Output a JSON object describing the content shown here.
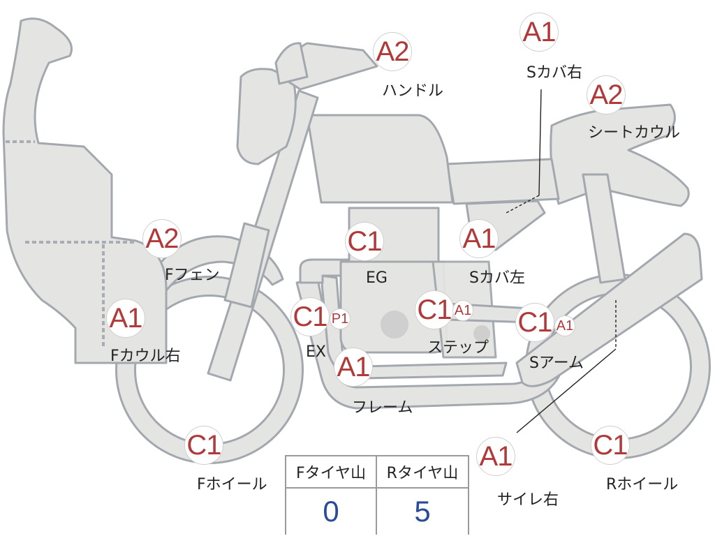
{
  "parts": [
    {
      "id": "handle",
      "grade": "A2",
      "label": "ハンドル"
    },
    {
      "id": "scover-right",
      "grade": "A1",
      "label": "Sカバ右"
    },
    {
      "id": "seat-cowl",
      "grade": "A2",
      "label": "シートカウル"
    },
    {
      "id": "ffender",
      "grade": "A2",
      "label": "Fフェン"
    },
    {
      "id": "engine",
      "grade": "C1",
      "label": "EG"
    },
    {
      "id": "scover-left",
      "grade": "A1",
      "label": "Sカバ左"
    },
    {
      "id": "fcowl-right",
      "grade": "A1",
      "label": "Fカウル右"
    },
    {
      "id": "exhaust",
      "grade": "C1",
      "grade2": "P1",
      "label": "EX"
    },
    {
      "id": "step",
      "grade": "C1",
      "grade2": "A1",
      "label": "ステップ"
    },
    {
      "id": "swingarm",
      "grade": "C1",
      "grade2": "A1",
      "label": "Sアーム"
    },
    {
      "id": "frame",
      "grade": "A1",
      "label": "フレーム"
    },
    {
      "id": "fwheel",
      "grade": "C1",
      "label": "Fホイール"
    },
    {
      "id": "silencer-right",
      "grade": "A1",
      "label": "サイレ右"
    },
    {
      "id": "rwheel",
      "grade": "C1",
      "label": "Rホイール"
    }
  ],
  "tyre_table": {
    "front_header": "Fタイヤ山",
    "rear_header": "Rタイヤ山",
    "front_value": "0",
    "rear_value": "5"
  },
  "colors": {
    "body": "#e4e4e2",
    "outline": "#9ea3aa",
    "grade_text": "#b03a3a",
    "value_text": "#2a4b9a"
  }
}
